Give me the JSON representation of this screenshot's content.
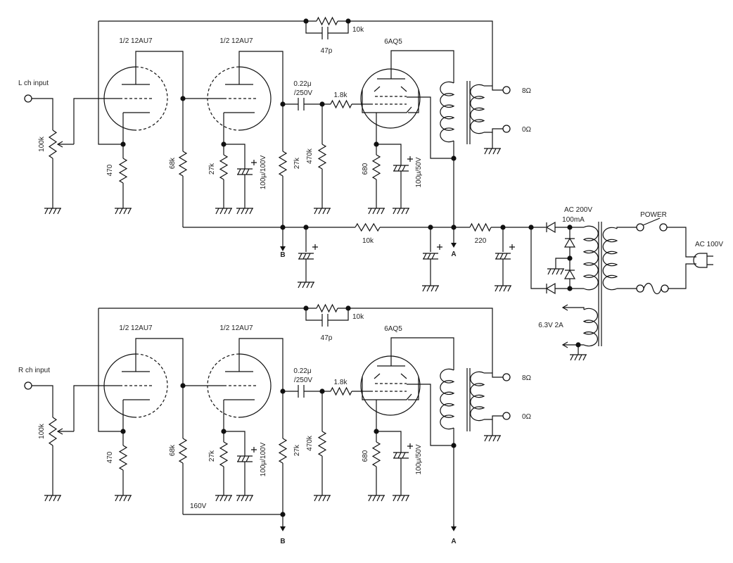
{
  "channels": [
    {
      "input_label": "L ch input"
    },
    {
      "input_label": "R ch input"
    }
  ],
  "components": {
    "pot": "100k",
    "r_cathode1": "470",
    "r_plate1": "68k",
    "tube1": "1/2 12AU7",
    "tube2": "1/2 12AU7",
    "r_cathode2": "27k",
    "c_cathode2": "100μ/100V",
    "r_plate2": "27k",
    "c_coupling_value": "0.22μ",
    "c_coupling_voltage": "/250V",
    "r_grid_stop": "1.8k",
    "r_grid": "470k",
    "tube3": "6AQ5",
    "r_cathode3": "680",
    "c_cathode3": "100μ/50V",
    "r_feedback": "10k",
    "c_feedback": "47p",
    "out_8": "8Ω",
    "out_0": "0Ω"
  },
  "supply": {
    "r_filter1": "10k",
    "r_filter2": "220",
    "node_a": "A",
    "node_b": "B",
    "secondary_hv": "AC 200V",
    "secondary_current": "100mA",
    "heater": "6.3V 2A",
    "switch": "POWER",
    "mains": "AC 100V",
    "r_bus_voltage": "160V",
    "cap_polarity": "+"
  }
}
